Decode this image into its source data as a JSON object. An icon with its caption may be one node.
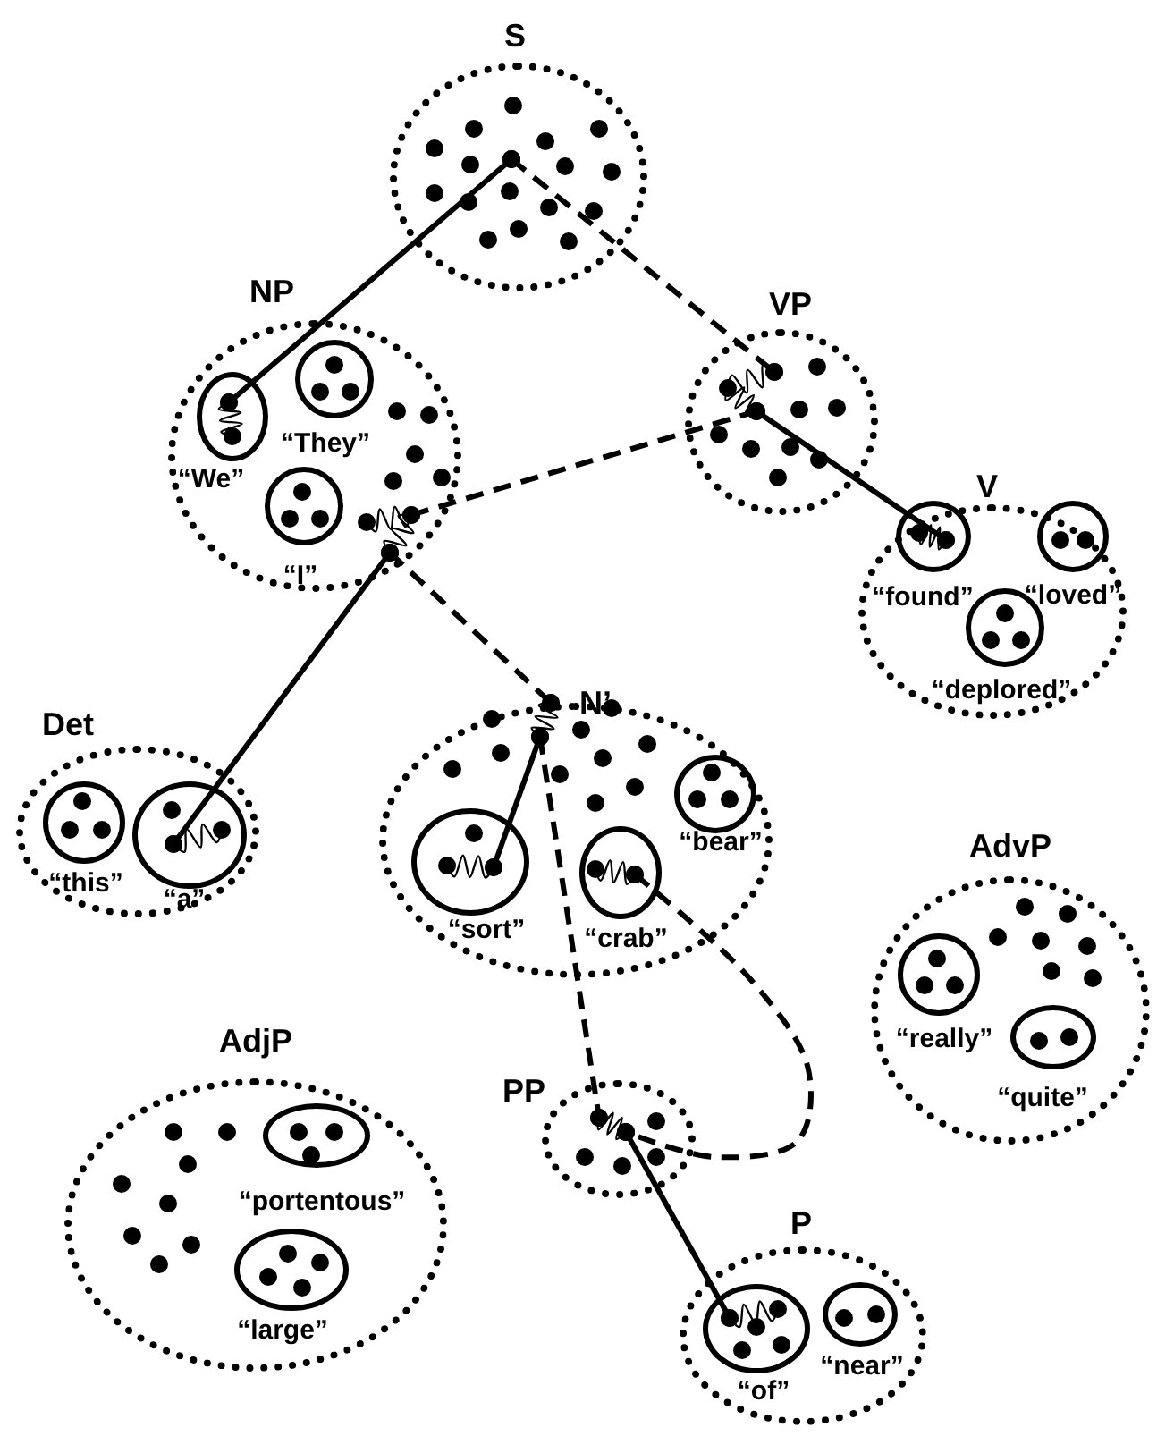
{
  "diagram": {
    "nodes": [
      {
        "text": [
          "S"
        ]
      },
      {
        "text": [
          "NP"
        ]
      },
      {
        "text": [
          "“We”"
        ],
        "in": 1
      },
      {
        "text": [
          "“They”"
        ],
        "in": 1
      },
      {
        "text": [
          "“I”"
        ],
        "in": 1
      },
      {
        "text": [
          "VP"
        ]
      },
      {
        "text": [
          "V"
        ]
      },
      {
        "text": [
          "“found”"
        ],
        "in": 6
      },
      {
        "text": [
          "“loved”"
        ],
        "in": 6
      },
      {
        "text": [
          "“deplored”"
        ],
        "in": 6
      },
      {
        "text": [
          "Det"
        ]
      },
      {
        "text": [
          "“this”"
        ],
        "in": 10
      },
      {
        "text": [
          "“a”"
        ],
        "in": 10
      },
      {
        "text": [
          "N’"
        ]
      },
      {
        "text": [
          "“sort”"
        ],
        "in": 13
      },
      {
        "text": [
          "“crab”"
        ],
        "in": 13
      },
      {
        "text": [
          "“bear”"
        ],
        "in": 13
      },
      {
        "text": [
          "AdvP"
        ]
      },
      {
        "text": [
          "“really”"
        ],
        "in": 17
      },
      {
        "text": [
          "“quite”"
        ],
        "in": 17
      },
      {
        "text": [
          "AdjP"
        ]
      },
      {
        "text": [
          "“portentous”"
        ],
        "in": 20
      },
      {
        "text": [
          "“large”"
        ],
        "in": 20
      },
      {
        "text": [
          "PP"
        ]
      },
      {
        "text": [
          "P"
        ]
      },
      {
        "text": [
          "“of”"
        ],
        "in": 24
      },
      {
        "text": [
          "“near”"
        ],
        "in": 24
      }
    ],
    "edges": [
      {
        "from": 0,
        "to": 2,
        "arrow": "other"
      },
      {
        "from": 0,
        "to": 5,
        "arrow": "other",
        "style": "dashed"
      },
      {
        "from": 1,
        "to": 5,
        "arrow": "other",
        "style": "dashed"
      },
      {
        "from": 5,
        "to": 7,
        "arrow": "other"
      },
      {
        "from": 1,
        "to": 12,
        "arrow": "other"
      },
      {
        "from": 1,
        "to": 13,
        "arrow": "other",
        "style": "dashed"
      },
      {
        "from": 13,
        "to": 14,
        "arrow": "other"
      },
      {
        "from": 13,
        "to": 23,
        "arrow": "other",
        "style": "dashed"
      },
      {
        "from": 15,
        "to": 23,
        "arrow": "other",
        "style": "dashed"
      },
      {
        "from": 23,
        "to": 25,
        "arrow": "other"
      }
    ]
  }
}
